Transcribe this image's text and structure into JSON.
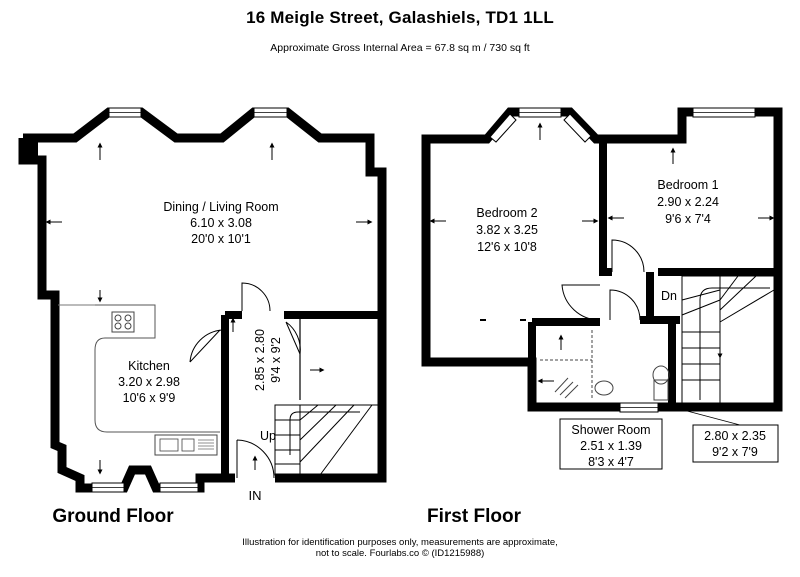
{
  "header": {
    "title": "16 Meigle Street, Galashiels, TD1 1LL",
    "area": "Approximate Gross Internal Area = 67.8 sq m / 730 sq ft"
  },
  "ground_floor": {
    "label": "Ground Floor",
    "dining": {
      "name": "Dining / Living Room",
      "metric": "6.10 x 3.08",
      "imperial": "20'0 x 10'1"
    },
    "kitchen": {
      "name": "Kitchen",
      "metric": "3.20 x 2.98",
      "imperial": "10'6 x 9'9"
    },
    "hall": {
      "metric": "2.85 x 2.80",
      "imperial": "9'4 x 9'2"
    },
    "up": "Up",
    "entrance": "IN"
  },
  "first_floor": {
    "label": "First Floor",
    "bedroom2": {
      "name": "Bedroom 2",
      "metric": "3.82 x 3.25",
      "imperial": "12'6 x 10'8"
    },
    "bedroom1": {
      "name": "Bedroom 1",
      "metric": "2.90 x 2.24",
      "imperial": "9'6 x 7'4"
    },
    "shower": {
      "name": "Shower Room",
      "metric": "2.51 x 1.39",
      "imperial": "8'3 x 4'7"
    },
    "landing": {
      "metric": "2.80 x 2.35",
      "imperial": "9'2 x 7'9"
    },
    "down": "Dn"
  },
  "footer": {
    "line1": "Illustration for identification purposes only, measurements are approximate,",
    "line2": "not to scale. Fourlabs.co © (ID1215988)"
  },
  "colors": {
    "wall": "#000000",
    "background": "#ffffff",
    "fixture": "#555555"
  }
}
